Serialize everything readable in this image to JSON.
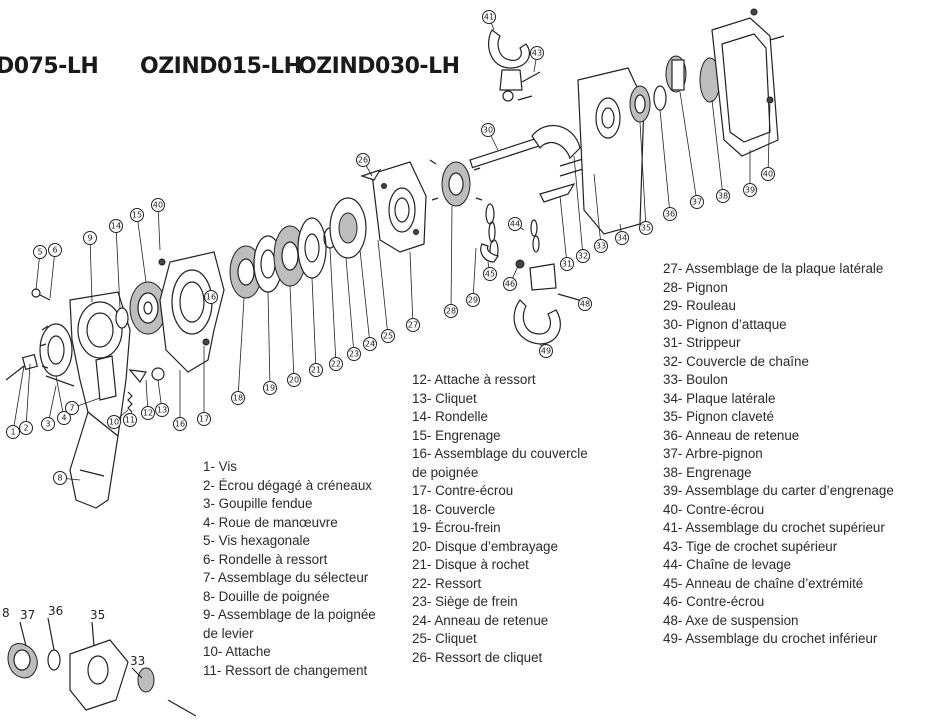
{
  "header": {
    "model_codes": [
      "D075-LH",
      "OZIND015-LH",
      "OZIND030-LH"
    ]
  },
  "legend_columns": [
    {
      "items": [
        "1- Vis",
        "2- Écrou dégagé à créneaux",
        "3- Goupille fendue",
        "4- Roue de manœuvre",
        "5- Vis hexagonale",
        "6- Rondelle à ressort",
        "7- Assemblage du sélecteur",
        "8- Douille de poignée",
        "9- Assemblage de la poignée",
        "de levier",
        "10- Attache",
        "11- Ressort de changement"
      ]
    },
    {
      "items": [
        "12- Attache à ressort",
        "13- Cliquet",
        "14- Rondelle",
        "15- Engrenage",
        "16- Assemblage du couvercle",
        "de poignée",
        "17- Contre-écrou",
        "18- Couvercle",
        "19- Écrou-frein",
        "20- Disque d’embrayage",
        "21- Disque à rochet",
        "22- Ressort",
        "23- Siège de frein",
        "24- Anneau de retenue",
        "25- Cliquet",
        "26- Ressort de cliquet"
      ]
    },
    {
      "items": [
        "27- Assemblage de la plaque latérale",
        "28- Pignon",
        "29- Rouleau",
        "30- Pignon d’attaque",
        "31- Strippeur",
        "32- Couvercle de chaîne",
        "33- Boulon",
        "34- Plaque latérale",
        "35- Pignon claveté",
        "36- Anneau de retenue",
        "37- Arbre-pignon",
        "38- Engrenage",
        "39- Assemblage du carter d’engrenage",
        "40- Contre-écrou",
        "41- Assemblage du crochet supérieur",
        "43- Tige de crochet supérieur",
        "44- Chaîne de levage",
        "45- Anneau de chaîne d’extrémité",
        "46- Contre-écrou",
        "48- Axe de suspension",
        "49- Assemblage du crochet inférieur"
      ]
    }
  ],
  "callouts": [
    "1",
    "2",
    "3",
    "4",
    "5",
    "6",
    "7",
    "8",
    "9",
    "10",
    "11",
    "12",
    "13",
    "14",
    "15",
    "16",
    "16",
    "17",
    "18",
    "19",
    "20",
    "21",
    "22",
    "23",
    "24",
    "25",
    "26",
    "27",
    "28",
    "29",
    "30",
    "31",
    "32",
    "33",
    "34",
    "35",
    "36",
    "37",
    "38",
    "39",
    "40",
    "40",
    "41",
    "43",
    "44",
    "45",
    "46",
    "48",
    "49"
  ],
  "inset_labels": [
    "8",
    "37",
    "36",
    "35",
    "33"
  ]
}
